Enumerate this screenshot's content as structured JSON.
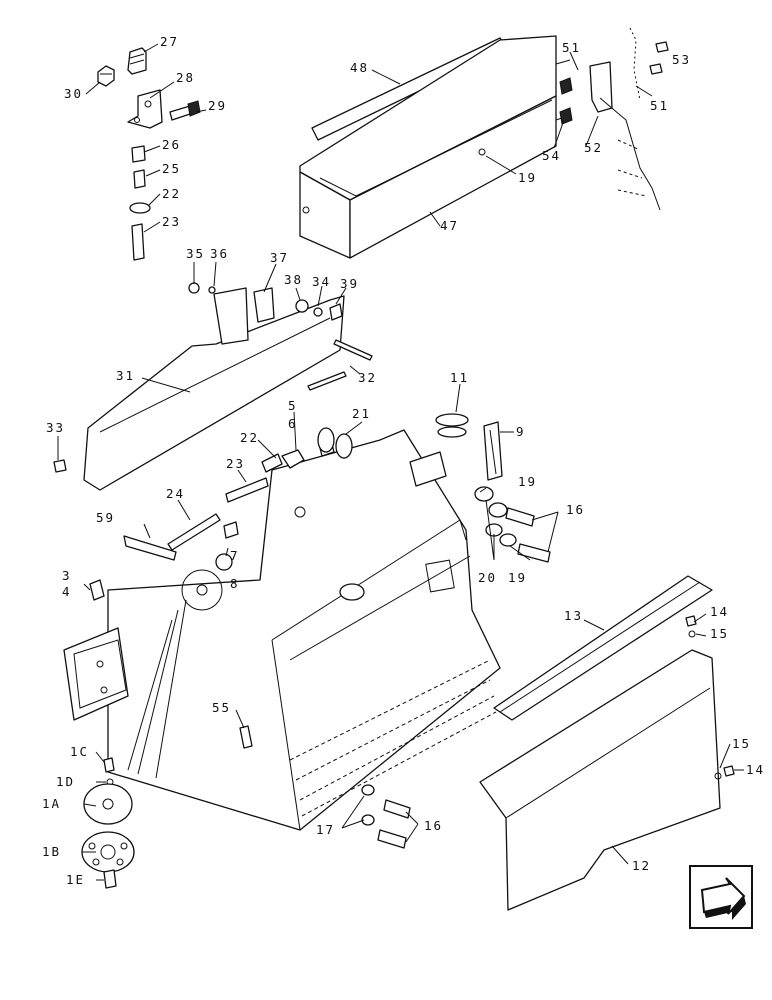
{
  "diagram": {
    "callouts": {
      "c27": "27",
      "c30": "30",
      "c28": "28",
      "c29": "29",
      "c26": "26",
      "c25": "25",
      "c22a": "22",
      "c23a": "23",
      "c48": "48",
      "c51a": "51",
      "c53": "53",
      "c51b": "51",
      "c54": "54",
      "c52": "52",
      "c19a": "19",
      "c47": "47",
      "c35": "35",
      "c36": "36",
      "c37": "37",
      "c38": "38",
      "c34": "34",
      "c39": "39",
      "c31": "31",
      "c32": "32",
      "c33": "33",
      "c11": "11",
      "c9": "9",
      "c5": "5",
      "c6": "6",
      "c21": "21",
      "c22b": "22",
      "c23b": "23",
      "c24": "24",
      "c59": "59",
      "c7": "7",
      "c8": "8",
      "c3": "3",
      "c4": "4",
      "c19b": "19",
      "c16a": "16",
      "c20": "20",
      "c19c": "19",
      "c13": "13",
      "c14a": "14",
      "c15a": "15",
      "c55": "55",
      "c1C": "1C",
      "c1D": "1D",
      "c1A": "1A",
      "c1B": "1B",
      "c1E": "1E",
      "c17": "17",
      "c16b": "16",
      "c15b": "15",
      "c14b": "14",
      "c12": "12"
    },
    "nav_icon": "next-page-arrow-icon"
  }
}
